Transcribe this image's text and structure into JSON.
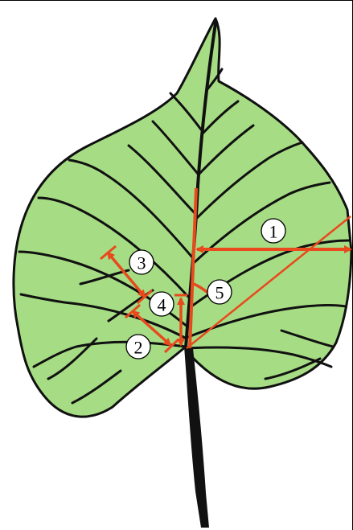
{
  "colors": {
    "leaf_fill": "#a6dd84",
    "vein": "#111111",
    "measure": "#e8491d",
    "background": "#ffffff"
  },
  "labels": {
    "m1": "1",
    "m2": "2",
    "m3": "3",
    "m4": "4",
    "m5": "5"
  }
}
